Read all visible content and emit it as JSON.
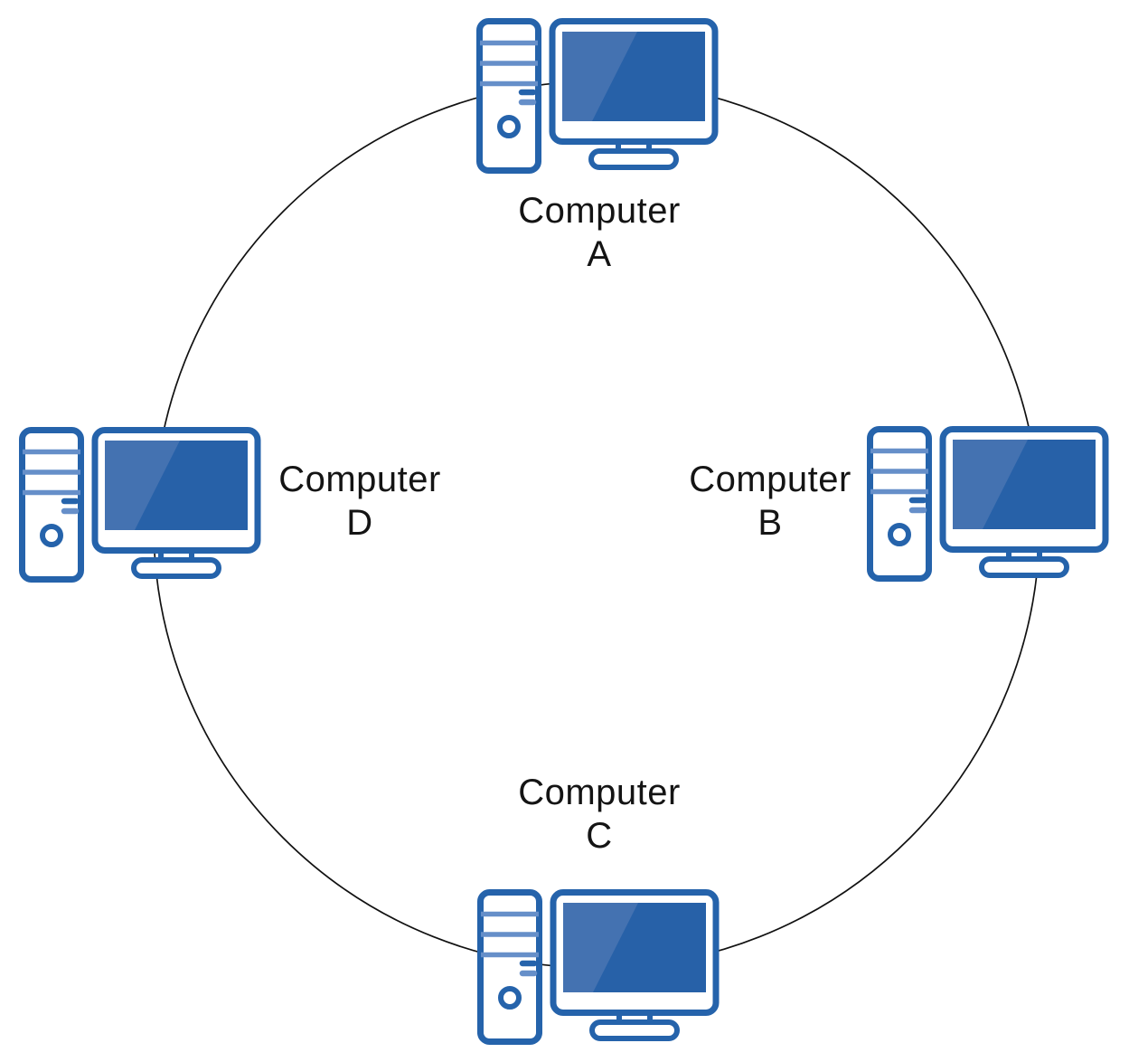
{
  "diagram": {
    "kind": "ring-network-topology",
    "ring": {
      "icon": "ring-link-circle",
      "color": "#111111"
    }
  },
  "nodes": [
    {
      "name": "Computer",
      "letter": "A",
      "icon": "desktop-computer-icon",
      "position": "top"
    },
    {
      "name": "Computer",
      "letter": "B",
      "icon": "desktop-computer-icon",
      "position": "right"
    },
    {
      "name": "Computer",
      "letter": "C",
      "icon": "desktop-computer-icon",
      "position": "bottom"
    },
    {
      "name": "Computer",
      "letter": "D",
      "icon": "desktop-computer-icon",
      "position": "left"
    }
  ],
  "colors": {
    "outline_blue": "#2563AB",
    "accent_light_blue": "#668FC9",
    "screen_blue": "#2761A8",
    "screen_glare_blue": "#4472B1",
    "ring_black": "#111111",
    "background": "#FFFFFF",
    "label_text": "#141414"
  }
}
